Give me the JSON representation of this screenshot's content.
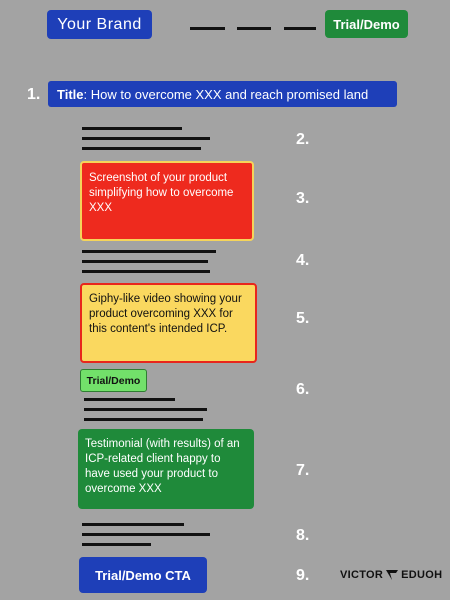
{
  "header": {
    "brand_label": "Your Brand",
    "trial_label": "Trial/Demo"
  },
  "steps": {
    "n1": "1.",
    "n2": "2.",
    "n3": "3.",
    "n4": "4.",
    "n5": "5.",
    "n6": "6.",
    "n7": "7.",
    "n8": "8.",
    "n9": "9."
  },
  "title_block": {
    "prefix": "Title",
    "text": ": How to overcome XXX and reach promised land"
  },
  "screenshot_box": "Screenshot of your product simplifying how to overcome XXX",
  "video_box": "Giphy-like video showing your product overcoming XXX for this content's intended ICP.",
  "trial_small_label": "Trial/Demo",
  "testimonial_box": "Testimonial (with results) of an ICP-related client happy to have used your product to overcome XXX",
  "cta_label": "Trial/Demo CTA",
  "logo": {
    "left_text": "VICTOR",
    "right_text": "EDUOH"
  },
  "colors": {
    "background": "#a3a3a3",
    "blue": "#1e3fb8",
    "green": "#1f8a3a",
    "red": "#ee2a1e",
    "yellow": "#fad85f",
    "light_green": "#72e06a"
  }
}
